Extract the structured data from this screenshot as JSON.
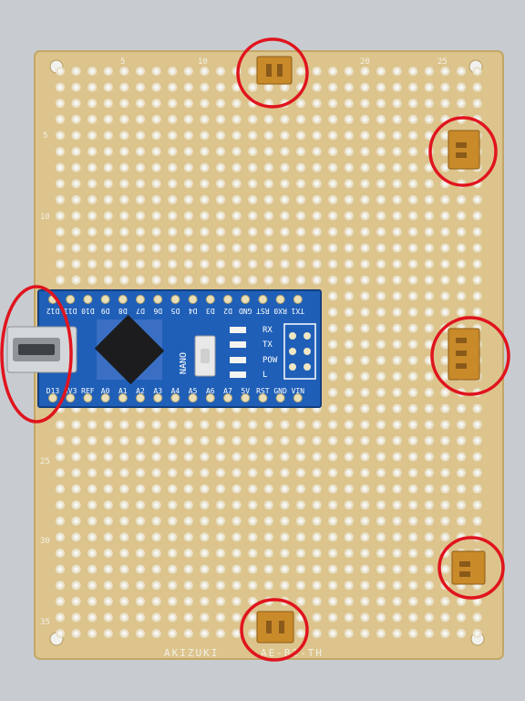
{
  "board": {
    "column_numbers": [
      "5",
      "10",
      "20",
      "25"
    ],
    "row_numbers": [
      "5",
      "10",
      "25",
      "30",
      "35"
    ],
    "footer_left": "AKIZUKI",
    "footer_right": "AE-B2-TH"
  },
  "arduino": {
    "top_pins": [
      "D12",
      "D11",
      "D10",
      "D9",
      "D8",
      "D7",
      "D6",
      "D5",
      "D4",
      "D3",
      "D2",
      "GND",
      "RST",
      "RX0",
      "TX1"
    ],
    "bottom_pins": [
      "D13",
      "3V3",
      "REF",
      "A0",
      "A1",
      "A2",
      "A3",
      "A4",
      "A5",
      "A6",
      "A7",
      "5V",
      "RST",
      "GND",
      "VIN"
    ],
    "chip_label": "NANO",
    "led_labels": [
      "RX",
      "TX",
      "POW",
      "L"
    ]
  },
  "colors": {
    "pcb": "#dcc48c",
    "pcb_edge": "#c9ad6e",
    "arduino_blue": "#1f5fb8",
    "connector": "#c98a2a",
    "highlight": "#e0141e"
  }
}
